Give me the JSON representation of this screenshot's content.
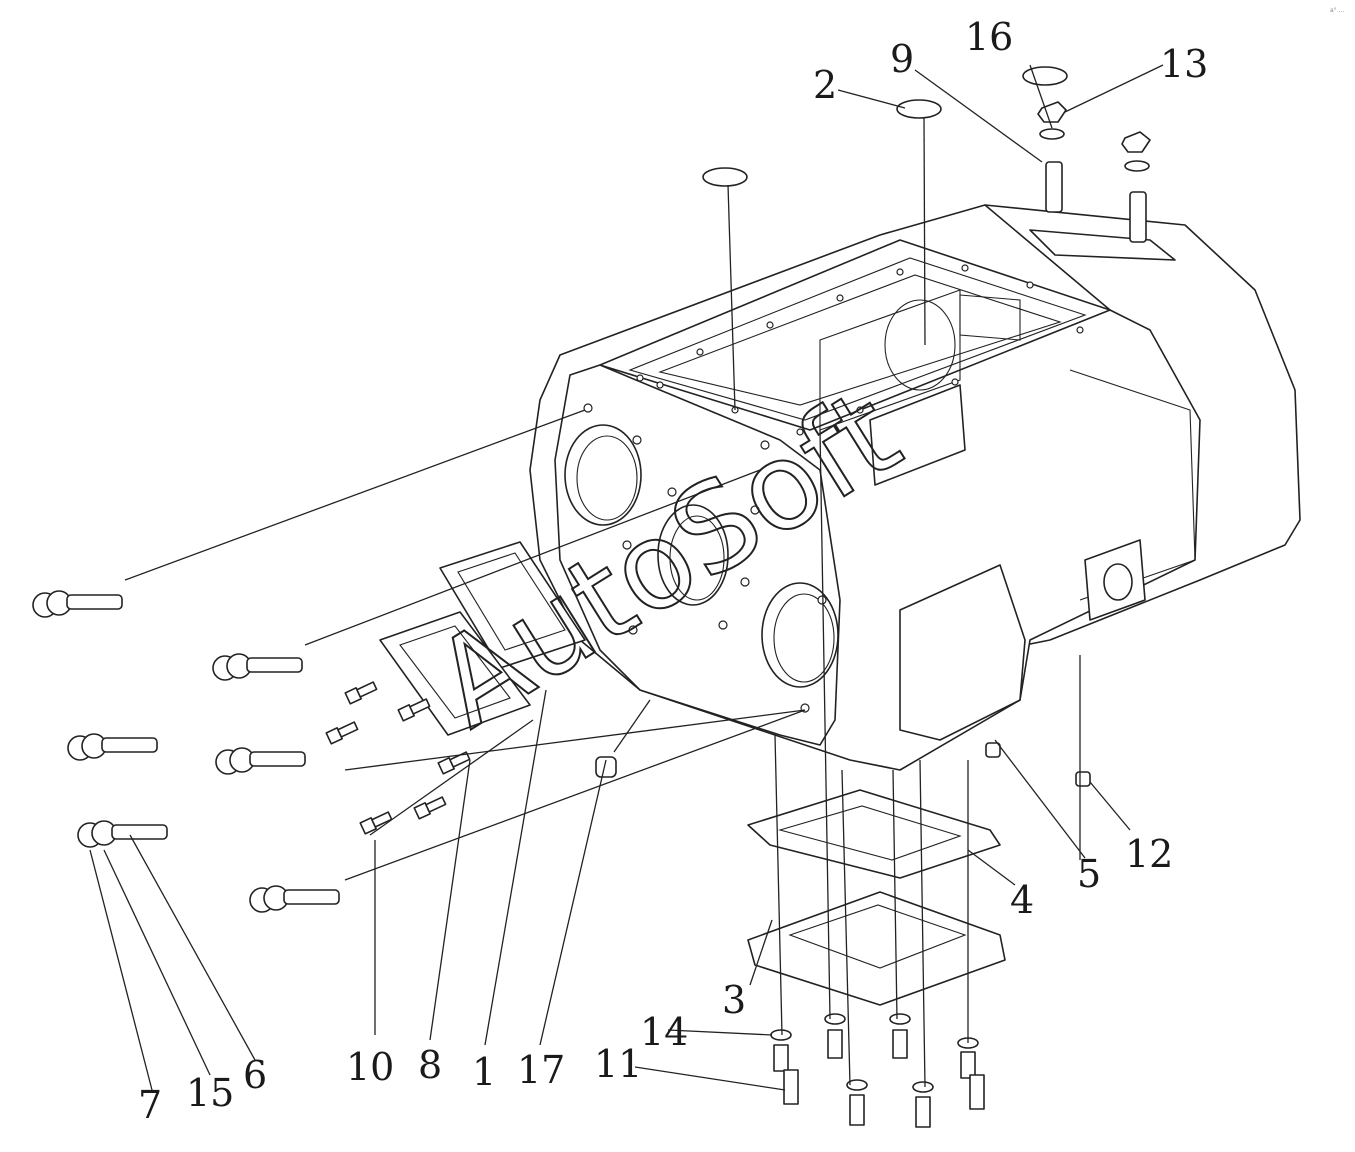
{
  "watermark": "AutoSoft",
  "corner_mark": "a° ...",
  "callouts": [
    "1",
    "2",
    "3",
    "4",
    "5",
    "6",
    "7",
    "8",
    "9",
    "10",
    "11",
    "12",
    "13",
    "14",
    "15",
    "16",
    "17"
  ]
}
